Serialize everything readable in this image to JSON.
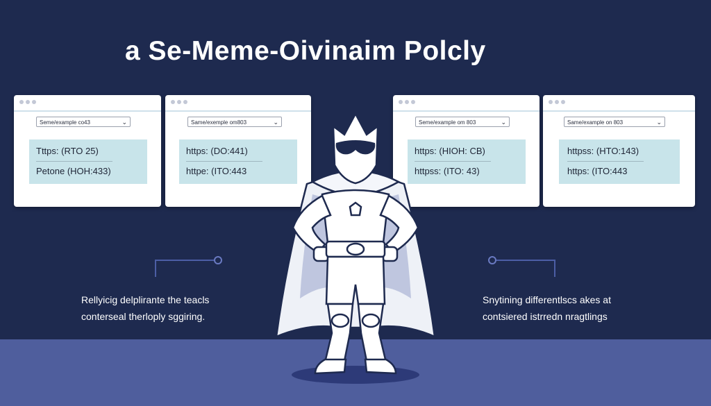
{
  "title": "a Se-Meme-Oivinaim Polcly",
  "windows": [
    {
      "url": "Seme/example co43",
      "line1": "Tttps: (RTO 25)",
      "line2": "Petone (HOH:433)"
    },
    {
      "url": "Same/exemple om803",
      "line1": "https: (DO:441)",
      "line2": "httpe: (ITO:443"
    },
    {
      "url": "Seme/example om 803",
      "line1": "https: (HIOH: CB)",
      "line2": "httpss: (ITO: 43)"
    },
    {
      "url": "Same/example on 803",
      "line1": "httpss: (HTO:143)",
      "line2": "https: (ITO:443"
    }
  ],
  "captions": {
    "left": {
      "line1": "Rellyicig delplirante the teacls",
      "line2": "conterseal therloply sggiring."
    },
    "right": {
      "line1": "Snytining differentlscs akes at",
      "line2": "contsiered istrredn nragtlings"
    }
  },
  "icons": {
    "chevron": "chevron-down-icon",
    "hero": "superhero-figure-icon"
  },
  "colors": {
    "background": "#1e2a4f",
    "floor": "#4f5e9d",
    "panel": "#c8e4ea",
    "connector": "#4c5ea6"
  }
}
